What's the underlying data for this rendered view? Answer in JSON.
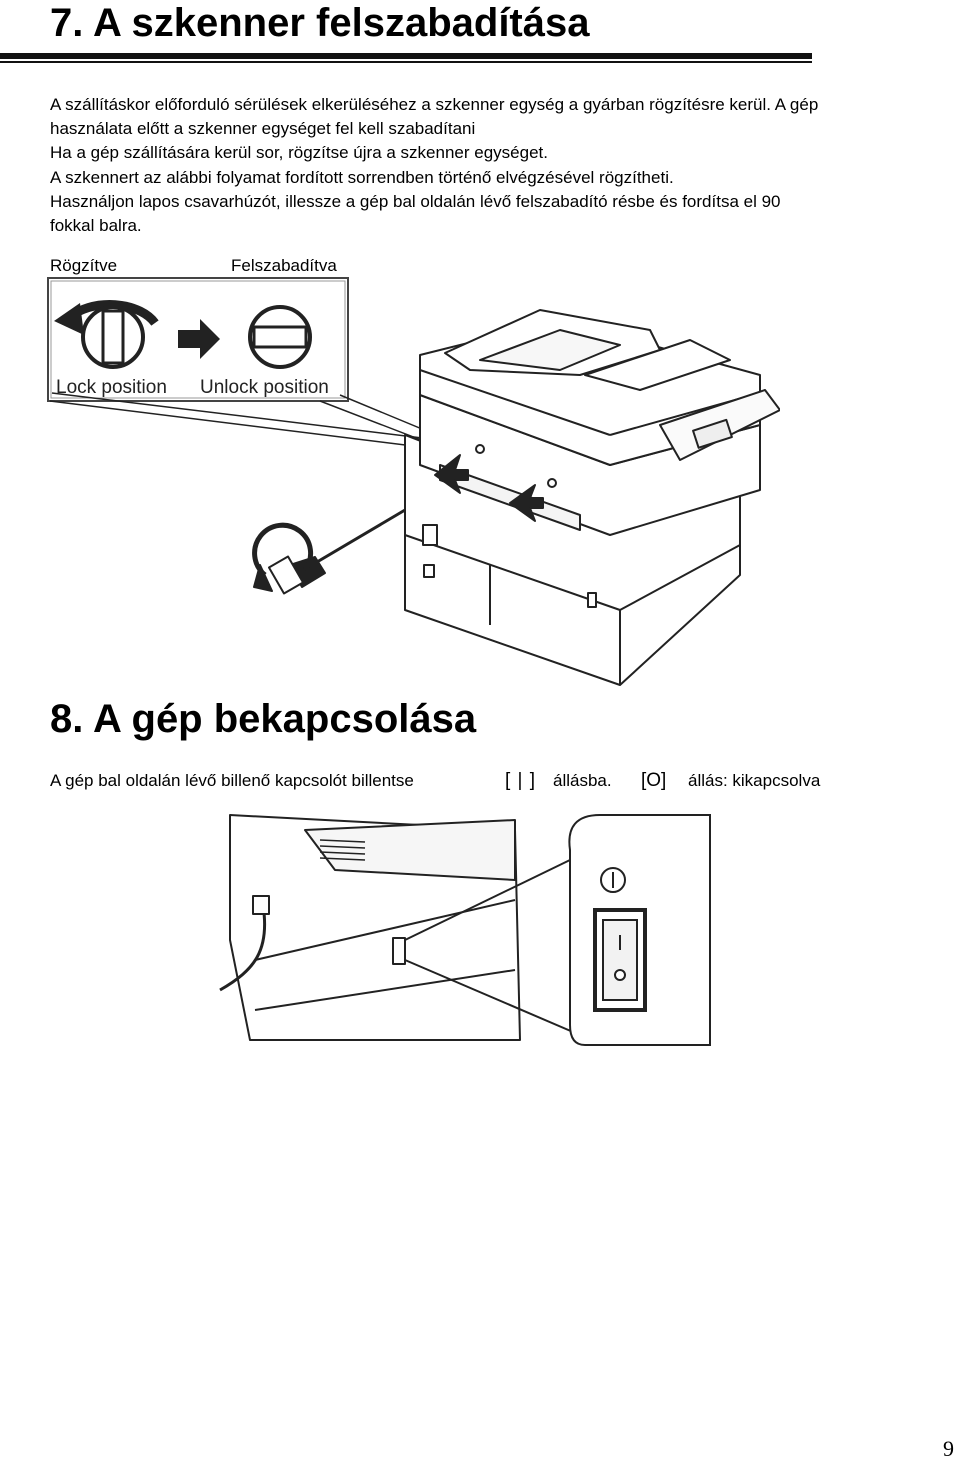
{
  "section7": {
    "title": "7. A szkenner felszabadítása",
    "paragraph_lines": [
      "A szállításkor előforduló sérülések elkerüléséhez a szkenner egység a gyárban rögzítésre kerül. A gép",
      "használata előtt a szkenner egységet fel kell szabadítani",
      "Ha a gép szállítására kerül sor, rögzítse újra a szkenner egységet.",
      "A szkennert az alábbi folyamat fordított sorrendben történő elvégzésével rögzítheti.",
      "Használjon lapos csavarhúzót, illessze a gép bal oldalán lévő felszabadító résbe és fordítsa el 90",
      "fokkal balra."
    ],
    "label_locked": "Rögzítve",
    "label_unlocked": "Felszabadítva",
    "inset_lock": "Lock position",
    "inset_unlock": "Unlock position"
  },
  "section8": {
    "title": "8. A gép bekapcsolása",
    "text_before": "A gép bal oldalán lévő billenő kapcsolót billentse",
    "symbol_on": "[ | ]",
    "text_on": "állásba.",
    "symbol_off": "[O]",
    "text_off": "állás: kikapcsolva"
  },
  "page_number": "9",
  "icons": [
    "rotate-arrow-icon",
    "right-arrow-icon",
    "lock-slot-icon",
    "unlock-slot-icon",
    "power-switch-icon",
    "power-on-symbol-icon",
    "power-off-symbol-icon"
  ]
}
